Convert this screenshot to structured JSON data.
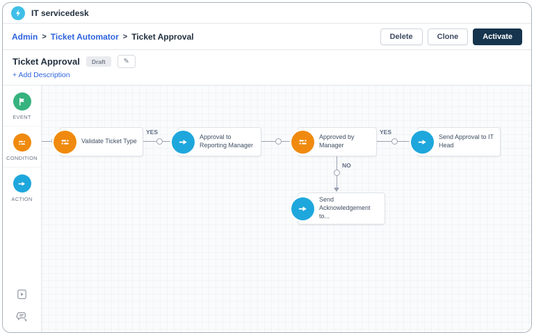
{
  "app": {
    "name": "IT servicedesk"
  },
  "breadcrumb": {
    "separator": ">",
    "items": [
      "Admin",
      "Ticket Automator",
      "Ticket Approval"
    ]
  },
  "actions": {
    "delete": "Delete",
    "clone": "Clone",
    "activate": "Activate"
  },
  "workflow": {
    "title": "Ticket Approval",
    "status": "Draft",
    "add_description": "+ Add Description"
  },
  "palette": {
    "items": [
      {
        "label": "EVENT",
        "icon": "event-icon",
        "color": "#36b37e"
      },
      {
        "label": "CONDITION",
        "icon": "condition-icon",
        "color": "#f08a0e"
      },
      {
        "label": "ACTION",
        "icon": "action-icon",
        "color": "#1ea7dc"
      }
    ],
    "footer_icons": [
      "tutorial-video-icon",
      "feedback-chat-icon"
    ]
  },
  "flow": {
    "nodes": [
      {
        "type": "condition",
        "label": "Validate Ticket Type"
      },
      {
        "type": "action",
        "label": "Approval to Reporting Manager"
      },
      {
        "type": "condition",
        "label": "Approved by Manager"
      },
      {
        "type": "action",
        "label": "Send Approval to IT Head"
      },
      {
        "type": "action",
        "label": "Send Acknowledgement to..."
      }
    ],
    "edges": [
      {
        "from": "start",
        "to": "node-0",
        "label": ""
      },
      {
        "from": "node-0",
        "to": "node-1",
        "label": "YES"
      },
      {
        "from": "node-1",
        "to": "node-2",
        "label": ""
      },
      {
        "from": "node-2",
        "to": "node-3",
        "label": "YES"
      },
      {
        "from": "node-2",
        "to": "node-4",
        "label": "NO"
      }
    ]
  },
  "colors": {
    "event_green": "#36b37e",
    "condition_orange": "#f08a0e",
    "action_blue": "#1ea7dc",
    "logo_cyan": "#3fbfe8",
    "activate_navy": "#16344d",
    "link_blue": "#2e62dd"
  }
}
